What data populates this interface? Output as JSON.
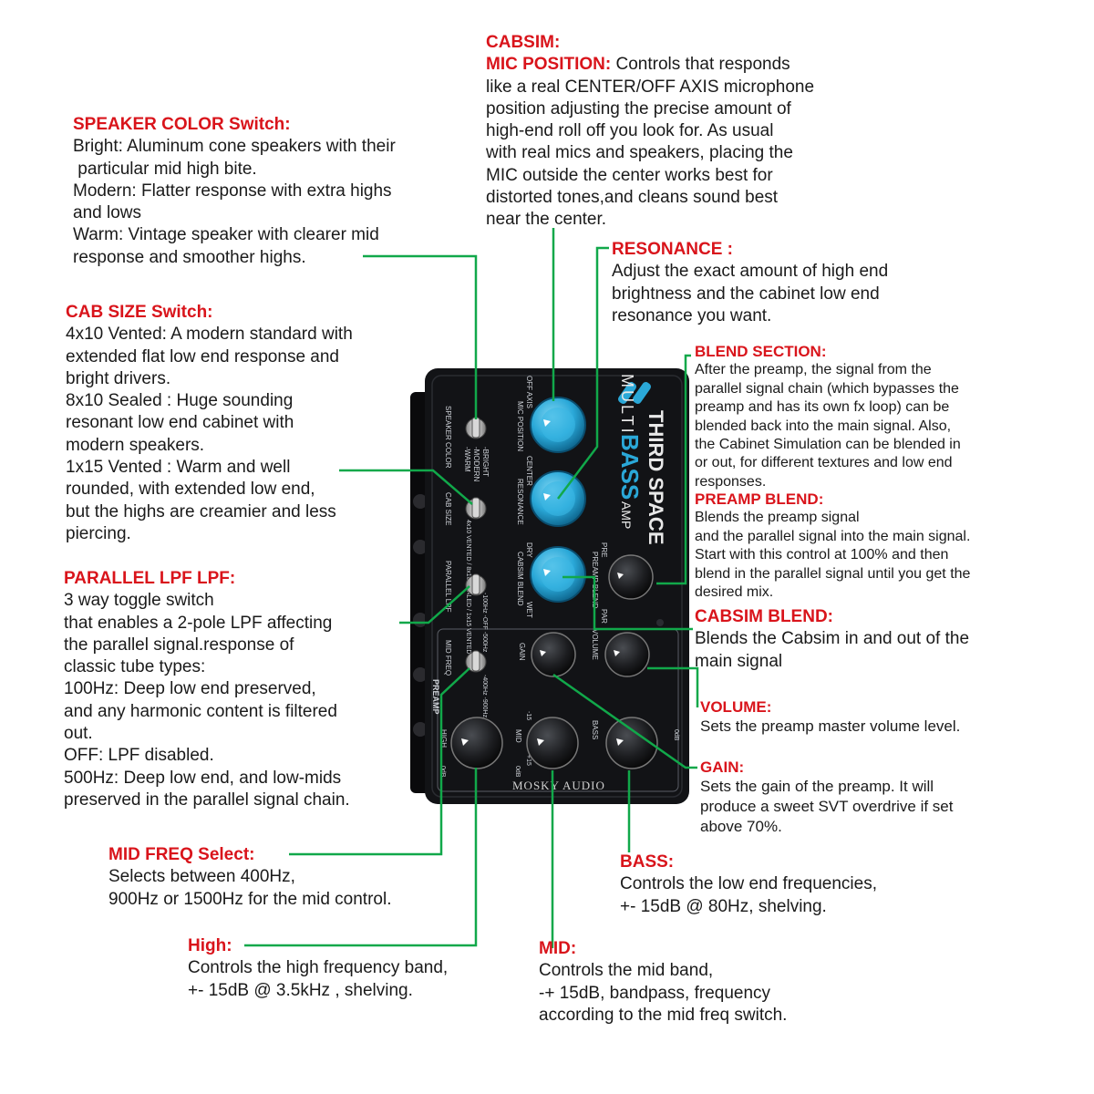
{
  "device": {
    "brand_line1": "THIRD SPACE",
    "brand_line2": "MULTI",
    "brand_line3": "BASS",
    "brand_line4": "AMP",
    "maker": "MOSKY AUDIO",
    "preamp_label": "PREAMP",
    "labels": {
      "speaker_color": "SPEAKER COLOR",
      "bright": "-BRIGHT",
      "modern": "-MODERN",
      "warm": "-WARM",
      "cab_size": "CAB SIZE",
      "cab_opts": "4x10 VENTED / 8x10 SEALED / 1x15 VENTED",
      "parallel_lpf": "PARALLEL LPF",
      "lpf_opts": "-100Hz -OFF -500Hz",
      "mid_freq": "MID FREQ",
      "mf_opts": "-400Hz -900Hz -1.5kHz",
      "mic_position": "MIC POSITION",
      "off_axis": "OFF AXIS",
      "center": "CENTER",
      "resonance": "RESONANCE",
      "cabsim_blend": "CABSIM BLEND",
      "dry": "DRY",
      "wet": "WET",
      "preamp_blend": "PREAMP BLEND",
      "pre": "PRE",
      "par": "PAR",
      "gain": "GAIN",
      "volume": "VOLUME",
      "high": "HIGH",
      "mid": "MID",
      "bass": "BASS",
      "m15": "-15",
      "p15": "+15",
      "zero": "0dB"
    }
  },
  "callouts": {
    "cabsim": {
      "title1": "CABSIM:",
      "title2": "MIC POSITION:",
      "lines": [
        "Controls that responds",
        "like a real CENTER/OFF AXIS microphone",
        "position adjusting the precise amount of",
        "high-end roll off you look for. As usual",
        "with real mics and speakers, placing the",
        "MIC outside the center works best for",
        "distorted tones,and cleans sound best",
        "near the center."
      ]
    },
    "speaker_color": {
      "title": "SPEAKER COLOR Switch:",
      "lines": [
        "Bright: Aluminum cone speakers with their",
        " particular mid high bite.",
        "Modern: Flatter response with extra highs",
        "and lows",
        "Warm: Vintage speaker with clearer mid",
        "response and smoother highs."
      ]
    },
    "resonance": {
      "title": "RESONANCE :",
      "lines": [
        "Adjust the exact amount of high end",
        "brightness and the cabinet low end",
        "resonance you want."
      ]
    },
    "cab_size": {
      "title": "CAB SIZE Switch:",
      "lines": [
        "4x10 Vented: A modern standard with",
        "extended flat low end response and",
        "bright drivers.",
        "8x10 Sealed : Huge sounding",
        "resonant low end cabinet with",
        "modern speakers.",
        "1x15 Vented : Warm and well",
        "rounded, with extended low end,",
        "but the highs are creamier and less",
        "piercing."
      ]
    },
    "blend_section": {
      "title": "BLEND SECTION:",
      "lines": [
        "After the preamp, the signal from the",
        "parallel signal chain (which bypasses the",
        "preamp and has its own fx loop) can be",
        "blended back into the main signal. Also,",
        "the Cabinet Simulation can be blended in",
        "or out, for different textures and low end",
        "responses."
      ]
    },
    "preamp_blend": {
      "title": "PREAMP BLEND:",
      "lines": [
        "Blends the preamp signal",
        "and the parallel signal into the main signal.",
        "Start with this control at 100% and then",
        "blend in the parallel signal until you get the",
        "desired mix."
      ]
    },
    "parallel_lpf": {
      "title": "PARALLEL LPF LPF:",
      "lines": [
        "3 way toggle switch",
        "that enables a 2-pole LPF affecting",
        "the parallel signal.response of",
        "classic tube types:",
        "100Hz: Deep low end preserved,",
        "and any harmonic content is filtered",
        "out.",
        "OFF: LPF disabled.",
        "500Hz: Deep low end, and low-mids",
        "preserved in the parallel signal chain."
      ]
    },
    "cabsim_blend": {
      "title": "CABSIM BLEND:",
      "lines": [
        "Blends the Cabsim in and out of the",
        "main signal"
      ]
    },
    "volume": {
      "title": "VOLUME:",
      "lines": [
        "Sets the preamp master volume level."
      ]
    },
    "gain": {
      "title": "GAIN:",
      "lines": [
        "Sets the gain of the preamp. It will",
        "produce a sweet SVT overdrive if set",
        "above 70%."
      ]
    },
    "mid_freq": {
      "title": "MID FREQ Select:",
      "lines": [
        "Selects between 400Hz,",
        "900Hz or 1500Hz for the mid control."
      ]
    },
    "bass": {
      "title": "BASS:",
      "lines": [
        "Controls the low end frequencies,",
        "+- 15dB @ 80Hz, shelving."
      ]
    },
    "high": {
      "title": "High:",
      "lines": [
        "Controls the high frequency band,",
        "+- 15dB @ 3.5kHz , shelving."
      ]
    },
    "mid": {
      "title": "MID:",
      "lines": [
        "Controls the mid band,",
        "-+ 15dB, bandpass, frequency",
        "according to the mid freq switch."
      ]
    }
  },
  "colors": {
    "title_red": "#d9141b",
    "leader_green": "#11a84a",
    "knob_blue": "#2aa8d8",
    "chassis": "#121316"
  }
}
